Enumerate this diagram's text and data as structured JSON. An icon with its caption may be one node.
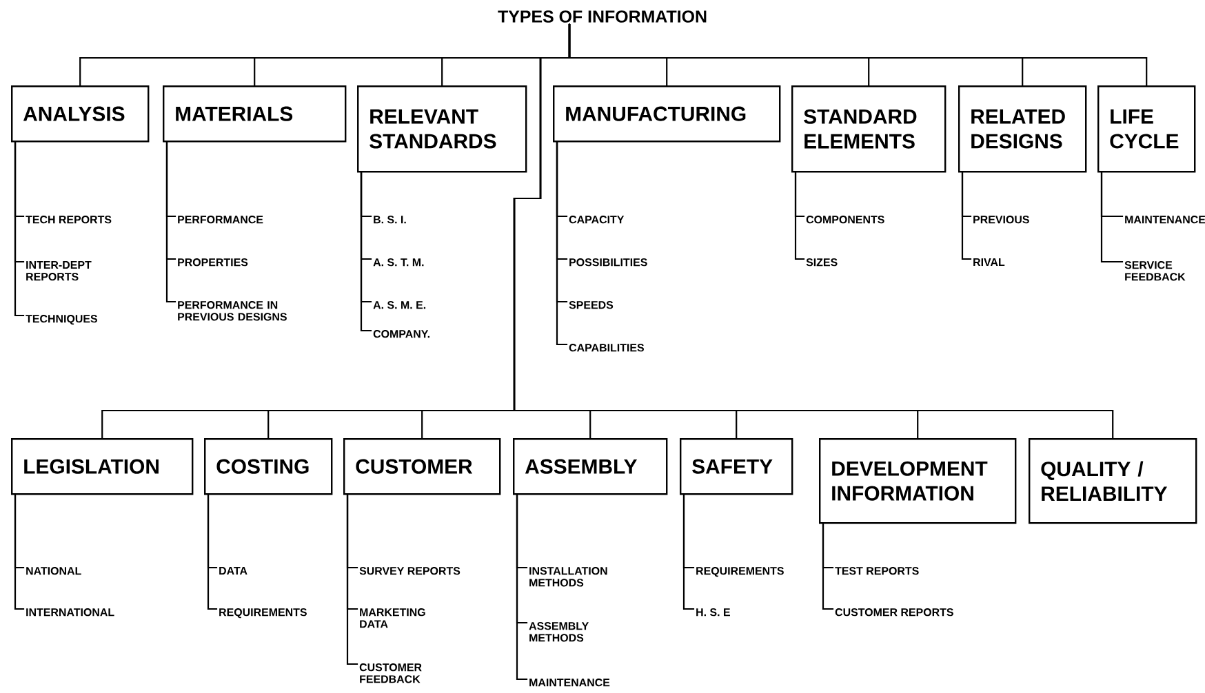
{
  "diagram": {
    "nodes": [
      {
        "text": [
          "TYPES OF INFORMATION"
        ]
      },
      {
        "text": [
          "ANALYSIS"
        ]
      },
      {
        "text": [
          "TECH REPORTS"
        ]
      },
      {
        "text": [
          "INTER-DEPT REPORTS"
        ]
      },
      {
        "text": [
          "TECHNIQUES"
        ]
      },
      {
        "text": [
          "MATERIALS"
        ]
      },
      {
        "text": [
          "PERFORMANCE"
        ]
      },
      {
        "text": [
          "PROPERTIES"
        ]
      },
      {
        "text": [
          "PERFORMANCE IN PREVIOUS DESIGNS"
        ]
      },
      {
        "text": [
          "RELEVANT STANDARDS"
        ]
      },
      {
        "text": [
          "B. S. I."
        ]
      },
      {
        "text": [
          "A. S. T. M."
        ]
      },
      {
        "text": [
          "A. S. M. E."
        ]
      },
      {
        "text": [
          "COMPANY."
        ]
      },
      {
        "text": [
          "MANUFACTURING"
        ]
      },
      {
        "text": [
          "CAPACITY"
        ]
      },
      {
        "text": [
          "POSSIBILITIES"
        ]
      },
      {
        "text": [
          "SPEEDS"
        ]
      },
      {
        "text": [
          "CAPABILITIES"
        ]
      },
      {
        "text": [
          "STANDARD ELEMENTS"
        ]
      },
      {
        "text": [
          "COMPONENTS"
        ]
      },
      {
        "text": [
          "SIZES"
        ]
      },
      {
        "text": [
          "RELATED DESIGNS"
        ]
      },
      {
        "text": [
          "PREVIOUS"
        ]
      },
      {
        "text": [
          "RIVAL"
        ]
      },
      {
        "text": [
          "LIFE CYCLE"
        ]
      },
      {
        "text": [
          "MAINTENANCE"
        ]
      },
      {
        "text": [
          "SERVICE FEEDBACK"
        ]
      },
      {
        "text": [
          "LEGISLATION"
        ]
      },
      {
        "text": [
          "NATIONAL"
        ]
      },
      {
        "text": [
          "INTERNATIONAL"
        ]
      },
      {
        "text": [
          "COSTING"
        ]
      },
      {
        "text": [
          "DATA"
        ]
      },
      {
        "text": [
          "REQUIREMENTS"
        ]
      },
      {
        "text": [
          "CUSTOMER"
        ]
      },
      {
        "text": [
          "SURVEY REPORTS"
        ]
      },
      {
        "text": [
          "MARKETING DATA"
        ]
      },
      {
        "text": [
          "CUSTOMER FEEDBACK"
        ]
      },
      {
        "text": [
          "ASSEMBLY"
        ]
      },
      {
        "text": [
          "INSTALLATION METHODS"
        ]
      },
      {
        "text": [
          "ASSEMBLY METHODS"
        ]
      },
      {
        "text": [
          "MAINTENANCE"
        ]
      },
      {
        "text": [
          "SAFETY"
        ]
      },
      {
        "text": [
          "REQUIREMENTS"
        ]
      },
      {
        "text": [
          "H. S. E"
        ]
      },
      {
        "text": [
          "DEVELOPMENT INFORMATION"
        ]
      },
      {
        "text": [
          "TEST REPORTS"
        ]
      },
      {
        "text": [
          "CUSTOMER REPORTS"
        ]
      },
      {
        "text": [
          "QUALITY / RELIABILITY"
        ]
      }
    ],
    "edges": [
      {
        "from": 0,
        "to": 1,
        "arrow": "none"
      },
      {
        "from": 0,
        "to": 5,
        "arrow": "none"
      },
      {
        "from": 0,
        "to": 9,
        "arrow": "none"
      },
      {
        "from": 0,
        "to": 14,
        "arrow": "none"
      },
      {
        "from": 0,
        "to": 19,
        "arrow": "none"
      },
      {
        "from": 0,
        "to": 22,
        "arrow": "none"
      },
      {
        "from": 0,
        "to": 25,
        "arrow": "none"
      },
      {
        "from": 0,
        "to": 28,
        "arrow": "none"
      },
      {
        "from": 0,
        "to": 31,
        "arrow": "none"
      },
      {
        "from": 0,
        "to": 34,
        "arrow": "none"
      },
      {
        "from": 0,
        "to": 38,
        "arrow": "none"
      },
      {
        "from": 0,
        "to": 42,
        "arrow": "none"
      },
      {
        "from": 0,
        "to": 45,
        "arrow": "none"
      },
      {
        "from": 0,
        "to": 48,
        "arrow": "none"
      },
      {
        "from": 1,
        "to": 2,
        "arrow": "none"
      },
      {
        "from": 1,
        "to": 3,
        "arrow": "none"
      },
      {
        "from": 1,
        "to": 4,
        "arrow": "none"
      },
      {
        "from": 5,
        "to": 6,
        "arrow": "none"
      },
      {
        "from": 5,
        "to": 7,
        "arrow": "none"
      },
      {
        "from": 5,
        "to": 8,
        "arrow": "none"
      },
      {
        "from": 9,
        "to": 10,
        "arrow": "none"
      },
      {
        "from": 9,
        "to": 11,
        "arrow": "none"
      },
      {
        "from": 9,
        "to": 12,
        "arrow": "none"
      },
      {
        "from": 9,
        "to": 13,
        "arrow": "none"
      },
      {
        "from": 14,
        "to": 15,
        "arrow": "none"
      },
      {
        "from": 14,
        "to": 16,
        "arrow": "none"
      },
      {
        "from": 14,
        "to": 17,
        "arrow": "none"
      },
      {
        "from": 14,
        "to": 18,
        "arrow": "none"
      },
      {
        "from": 19,
        "to": 20,
        "arrow": "none"
      },
      {
        "from": 19,
        "to": 21,
        "arrow": "none"
      },
      {
        "from": 22,
        "to": 23,
        "arrow": "none"
      },
      {
        "from": 22,
        "to": 24,
        "arrow": "none"
      },
      {
        "from": 25,
        "to": 26,
        "arrow": "none"
      },
      {
        "from": 25,
        "to": 27,
        "arrow": "none"
      },
      {
        "from": 28,
        "to": 29,
        "arrow": "none"
      },
      {
        "from": 28,
        "to": 30,
        "arrow": "none"
      },
      {
        "from": 31,
        "to": 32,
        "arrow": "none"
      },
      {
        "from": 31,
        "to": 33,
        "arrow": "none"
      },
      {
        "from": 34,
        "to": 35,
        "arrow": "none"
      },
      {
        "from": 34,
        "to": 36,
        "arrow": "none"
      },
      {
        "from": 34,
        "to": 37,
        "arrow": "none"
      },
      {
        "from": 38,
        "to": 39,
        "arrow": "none"
      },
      {
        "from": 38,
        "to": 40,
        "arrow": "none"
      },
      {
        "from": 38,
        "to": 41,
        "arrow": "none"
      },
      {
        "from": 42,
        "to": 43,
        "arrow": "none"
      },
      {
        "from": 42,
        "to": 44,
        "arrow": "none"
      },
      {
        "from": 45,
        "to": 46,
        "arrow": "none"
      },
      {
        "from": 45,
        "to": 47,
        "arrow": "none"
      }
    ]
  }
}
